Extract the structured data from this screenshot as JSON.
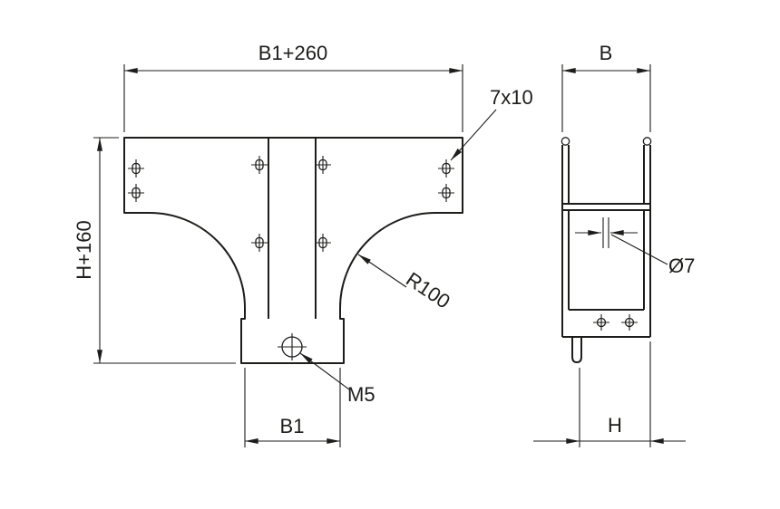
{
  "drawing": {
    "background": "#ffffff",
    "line_color": "#1d1d1b",
    "views": {
      "front": {
        "dim_width_top": "B1+260",
        "dim_height_left": "H+160",
        "dim_width_bottom": "B1",
        "slot_label": "7x10",
        "radius_label": "R100",
        "screw_label": "M5"
      },
      "side": {
        "dim_width_top": "B",
        "dim_height_bottom": "H",
        "hole_label": "Ø7"
      }
    }
  }
}
